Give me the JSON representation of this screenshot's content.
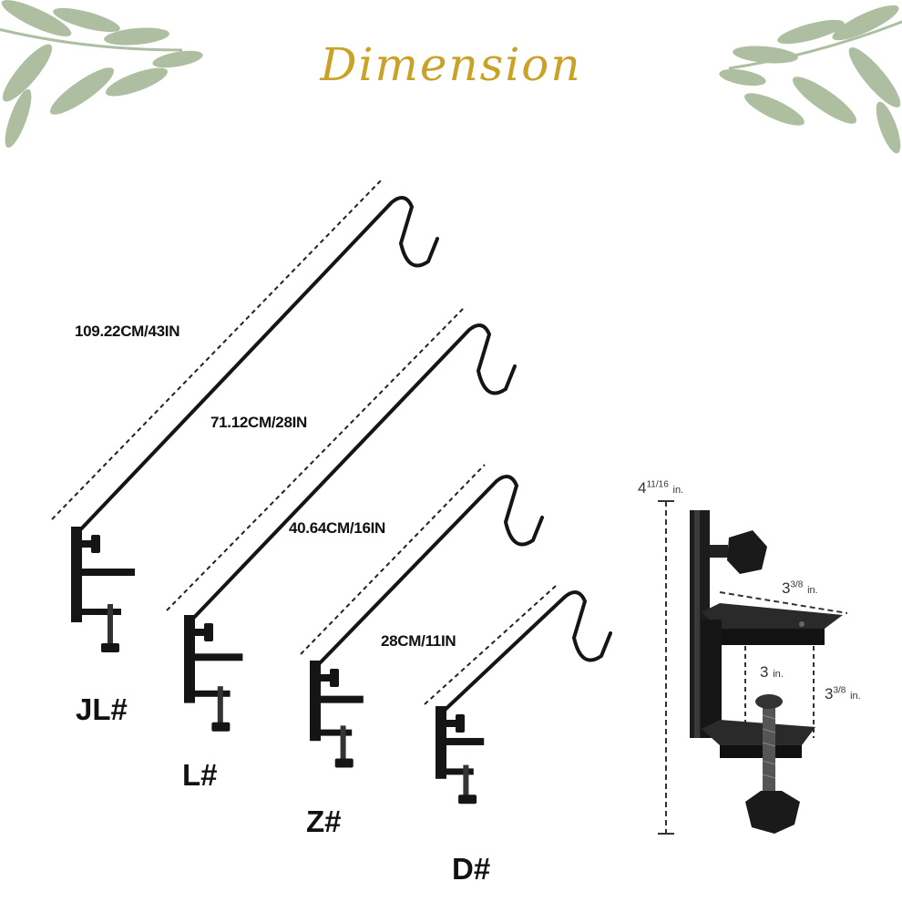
{
  "title": "Dimension",
  "hooks": [
    {
      "code": "JL#",
      "length": "109.22CM/43IN"
    },
    {
      "code": "L#",
      "length": "71.12CM/28IN"
    },
    {
      "code": "Z#",
      "length": "40.64CM/16IN"
    },
    {
      "code": "D#",
      "length": "28CM/11IN"
    }
  ],
  "clamp_detail": {
    "total_height": {
      "whole": "4",
      "frac": "11/16",
      "unit": "in."
    },
    "top_width": {
      "whole": "3",
      "frac": "3/8",
      "unit": "in."
    },
    "inner_gap": {
      "whole": "3",
      "unit": "in."
    },
    "outer_height": {
      "whole": "3",
      "frac": "3/8",
      "unit": "in."
    }
  },
  "colors": {
    "title": "#c9a227",
    "metal": "#151515",
    "leaf": "#9fb38f"
  },
  "icons": [
    "leaf-branch-left",
    "leaf-branch-right",
    "hook-bracket",
    "c-clamp"
  ]
}
